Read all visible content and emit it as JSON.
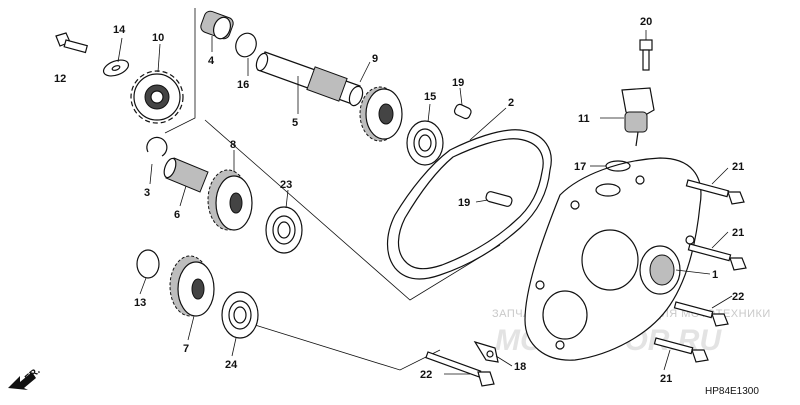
{
  "parts": {
    "p1": "1",
    "p2": "2",
    "p3": "3",
    "p4": "4",
    "p5": "5",
    "p6": "6",
    "p7": "7",
    "p8": "8",
    "p9": "9",
    "p10": "10",
    "p11": "11",
    "p12": "12",
    "p13": "13",
    "p14": "14",
    "p15": "15",
    "p16": "16",
    "p17": "17",
    "p18": "18",
    "p19a": "19",
    "p19b": "19",
    "p20": "20",
    "p21a": "21",
    "p21b": "21",
    "p21c": "21",
    "p22a": "22",
    "p22b": "22",
    "p23": "23",
    "p24": "24"
  },
  "direction_label": "FR.",
  "diagram_code": "HP84E1300",
  "watermark": {
    "line": "ЗАПЧАСТИ И АКСЕССУАРЫ ДЛЯ МОТОТЕХНИКИ",
    "brand": "MOTOSPOR.RU"
  }
}
